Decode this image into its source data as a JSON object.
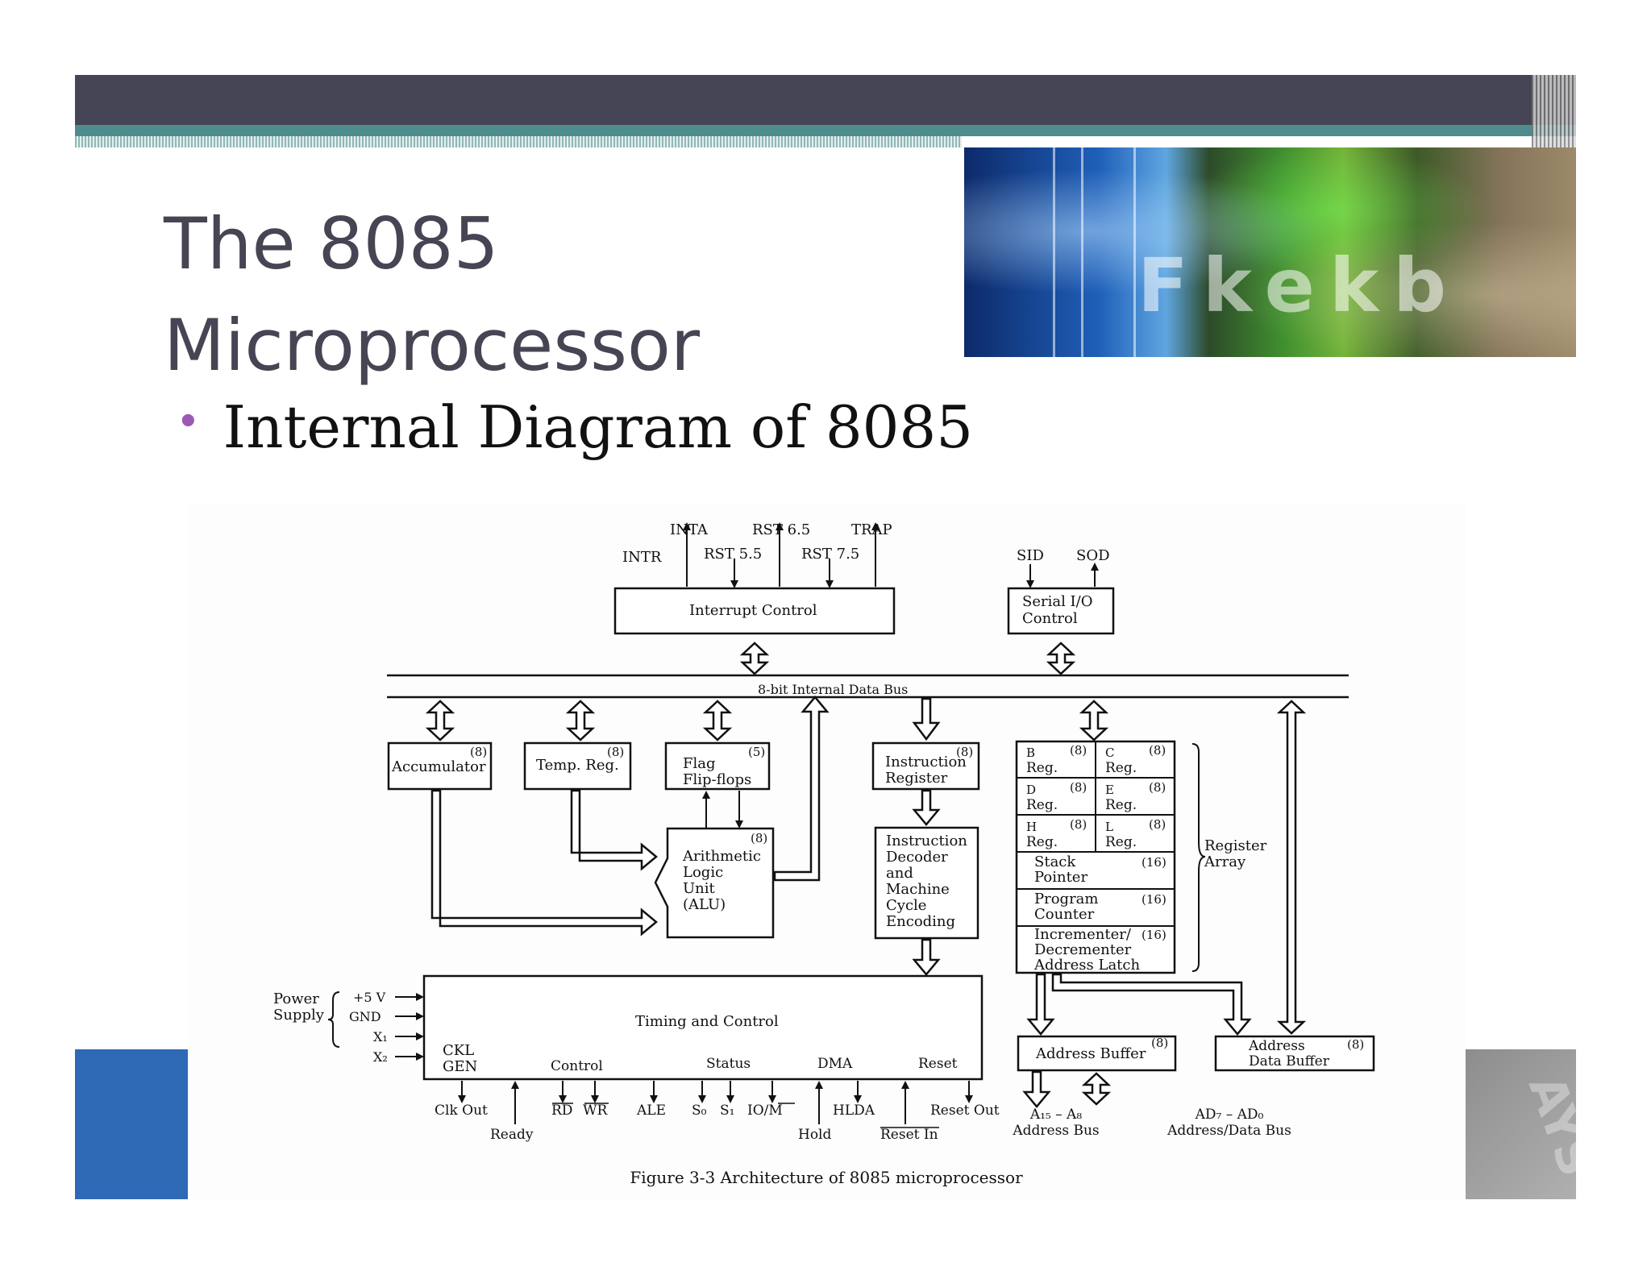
{
  "slide": {
    "title_line1": "The 8085",
    "title_line2": "Microprocessor",
    "bullet": "Internal Diagram of 8085",
    "photo_brand": "Fkekb",
    "corner_watermark": "AYS"
  },
  "diagram": {
    "interrupt_signals": [
      "INTA",
      "RST 6.5",
      "TRAP",
      "INTR",
      "RST 5.5",
      "RST 7.5"
    ],
    "serial_signals": [
      "SID",
      "SOD"
    ],
    "interrupt_control": "Interrupt Control",
    "serial_io_line1": "Serial I/O",
    "serial_io_line2": "Control",
    "bus_label": "8-bit Internal Data Bus",
    "accumulator": "Accumulator",
    "accumulator_bits": "(8)",
    "temp_reg": "Temp. Reg.",
    "temp_reg_bits": "(8)",
    "flag_line1": "Flag",
    "flag_line2": "Flip-flops",
    "flag_bits": "(5)",
    "instruction_register_line1": "Instruction",
    "instruction_register_line2": "Register",
    "instruction_register_bits": "(8)",
    "alu_bits": "(8)",
    "alu_lines": [
      "Arithmetic",
      "Logic",
      "Unit",
      "(ALU)"
    ],
    "decoder_lines": [
      "Instruction",
      "Decoder",
      "and",
      "Machine",
      "Cycle",
      "Encoding"
    ],
    "registers": [
      {
        "name": "B",
        "sub": "Reg.",
        "bits": "(8)"
      },
      {
        "name": "C",
        "sub": "Reg.",
        "bits": "(8)"
      },
      {
        "name": "D",
        "sub": "Reg.",
        "bits": "(8)"
      },
      {
        "name": "E",
        "sub": "Reg.",
        "bits": "(8)"
      },
      {
        "name": "H",
        "sub": "Reg.",
        "bits": "(8)"
      },
      {
        "name": "L",
        "sub": "Reg.",
        "bits": "(8)"
      }
    ],
    "stack_pointer_line1": "Stack",
    "stack_pointer_line2": "Pointer",
    "stack_pointer_bits": "(16)",
    "program_counter_line1": "Program",
    "program_counter_line2": "Counter",
    "program_counter_bits": "(16)",
    "incrementer_lines": [
      "Incrementer/",
      "Decrementer",
      "Address Latch"
    ],
    "incrementer_bits": "(16)",
    "register_array_line1": "Register",
    "register_array_line2": "Array",
    "power_line1": "Power",
    "power_line2": "Supply",
    "plus5v": "+5 V",
    "gnd": "GND",
    "x1": "X₁",
    "x2": "X₂",
    "timing_control": "Timing and Control",
    "ckl": "CKL",
    "gen": "GEN",
    "control_label": "Control",
    "status_label": "Status",
    "dma_label": "DMA",
    "reset_label": "Reset",
    "clk_out": "Clk Out",
    "ready": "Ready",
    "rd": "RD",
    "wr": "WR",
    "ale": "ALE",
    "s0": "S₀",
    "s1": "S₁",
    "io_m": "IO/M",
    "hlda": "HLDA",
    "hold": "Hold",
    "reset_out": "Reset Out",
    "reset_in": "Reset In",
    "address_buffer": "Address Buffer",
    "address_buffer_bits": "(8)",
    "data_buffer_line1": "Address",
    "data_buffer_line2": "Data Buffer",
    "data_buffer_bits": "(8)",
    "address_bus_line1": "A₁₅ – A₈",
    "address_bus_line2": "Address Bus",
    "data_bus_line1": "AD₇ – AD₀",
    "data_bus_line2": "Address/Data Bus",
    "caption": "Figure 3-3 Architecture of 8085 microprocessor"
  }
}
